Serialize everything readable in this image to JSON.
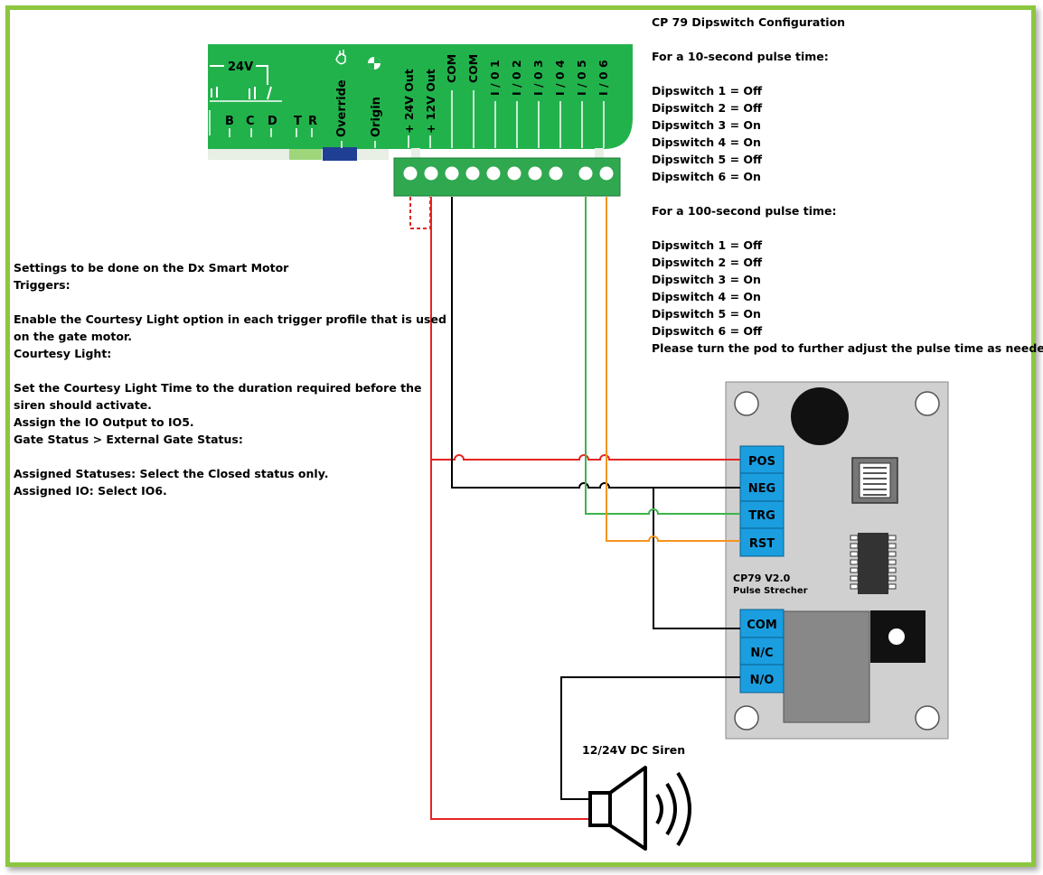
{
  "left_notes": {
    "lines": [
      "Settings to be done on the Dx Smart Motor",
      "Triggers:",
      "",
      "Enable the Courtesy Light option in each trigger profile that is used",
      "on the gate motor.",
      "Courtesy Light:",
      "",
      "Set the Courtesy Light Time to the duration required before the",
      "siren should activate.",
      "Assign the IO Output to IO5.",
      "Gate Status > External Gate Status:",
      "",
      "Assigned Statuses: Select the Closed status only.",
      "Assigned IO: Select IO6."
    ]
  },
  "right_notes": {
    "lines": [
      "CP 79 Dipswitch Configuration",
      "",
      "For a 10-second pulse time:",
      "",
      "Dipswitch 1 = Off",
      "Dipswitch 2 = Off",
      "Dipswitch 3 = On",
      "Dipswitch 4 = On",
      "Dipswitch 5 = Off",
      "Dipswitch 6 = On",
      "",
      "For a 100-second pulse time:",
      "",
      "Dipswitch 1 = Off",
      "Dipswitch 2 = Off",
      "Dipswitch 3 = On",
      "Dipswitch 4 = On",
      "Dipswitch 5 = On",
      "Dipswitch 6 = Off",
      "Please turn the pod to further adjust the pulse time as needed."
    ]
  },
  "controller": {
    "voltage_label": "24V",
    "contacts": [
      "B",
      "C",
      "D",
      "T",
      "R"
    ],
    "terminals": [
      "Override",
      "Origin",
      "+ 24V Out",
      "+ 12V Out",
      "COM",
      "COM",
      "I / 0 1",
      "I / 0 2",
      "I / 0 3",
      "I / 0 4",
      "I / 0 5",
      "I / 0 6"
    ]
  },
  "module": {
    "title": "CP79 V2.0",
    "subtitle": "Pulse Strecher",
    "inputs": [
      "POS",
      "NEG",
      "TRG",
      "RST"
    ],
    "relay": [
      "COM",
      "N/C",
      "N/O"
    ]
  },
  "siren": {
    "label": "12/24V DC Siren"
  },
  "colors": {
    "frame": "#8cc63f",
    "board": "#22b24c",
    "terminal_block": "#2fa84f",
    "module": "#d0d0d0",
    "terminal_blue": "#1a9ee0",
    "wire_pos": "#e52421",
    "wire_neg": "#000000",
    "wire_trg": "#3cb54a",
    "wire_rst": "#f7941d"
  }
}
